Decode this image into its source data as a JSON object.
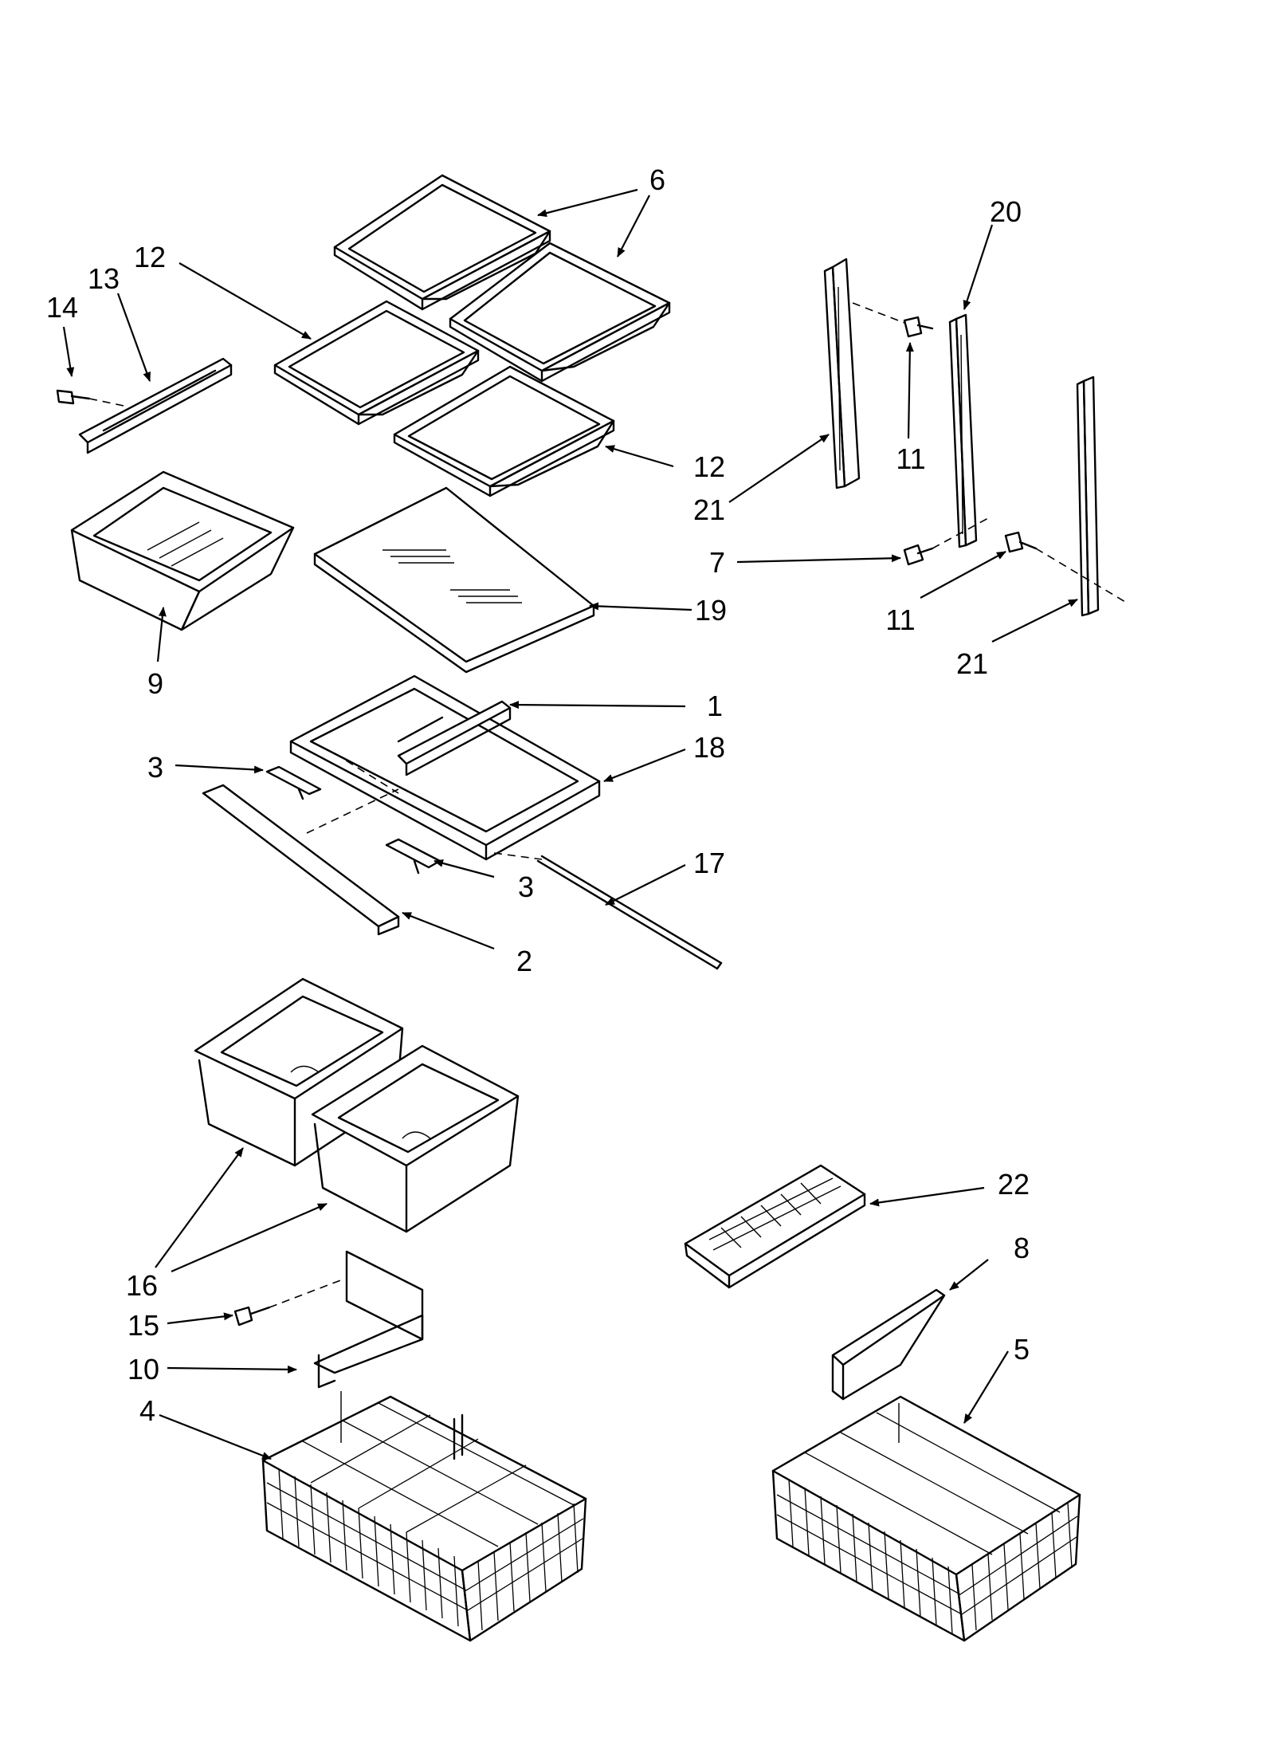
{
  "callouts": {
    "c1": "1",
    "c2": "2",
    "c3a": "3",
    "c3b": "3",
    "c4": "4",
    "c5": "5",
    "c6": "6",
    "c7": "7",
    "c8": "8",
    "c9": "9",
    "c10": "10",
    "c11a": "11",
    "c11b": "11",
    "c12a": "12",
    "c12b": "12",
    "c13": "13",
    "c14": "14",
    "c15": "15",
    "c16": "16",
    "c17": "17",
    "c18": "18",
    "c19": "19",
    "c20": "20",
    "c21a": "21",
    "c21b": "21",
    "c22": "22"
  }
}
